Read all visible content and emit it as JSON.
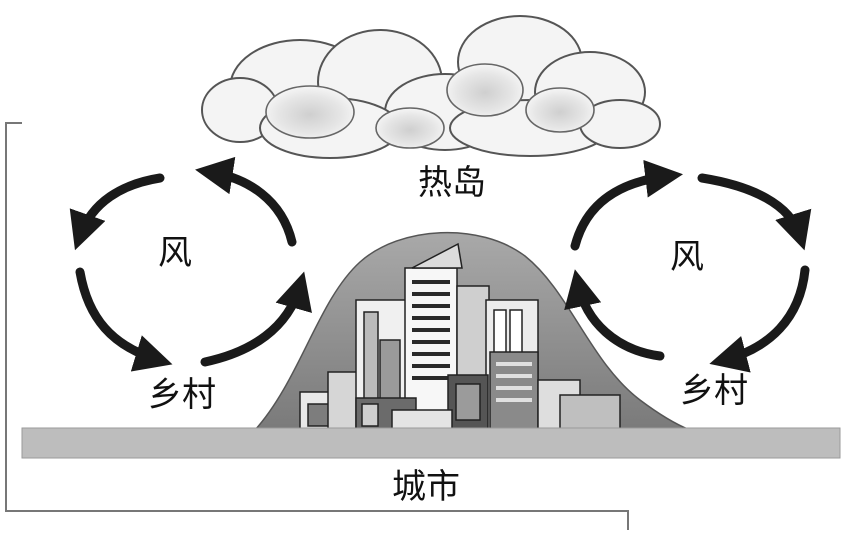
{
  "labels": {
    "heat_island": "热岛",
    "wind_left": "风",
    "wind_right": "风",
    "village_left": "乡村",
    "village_right": "乡村",
    "city": "城市"
  },
  "colors": {
    "ground": "#bdbdbd",
    "dome": "#8c8c8c",
    "arrow": "#1a1a1a",
    "frame": "#777777",
    "cloud_shade": "#cfcfcf"
  },
  "icons": [
    "cloud-icon",
    "city-buildings-icon"
  ]
}
